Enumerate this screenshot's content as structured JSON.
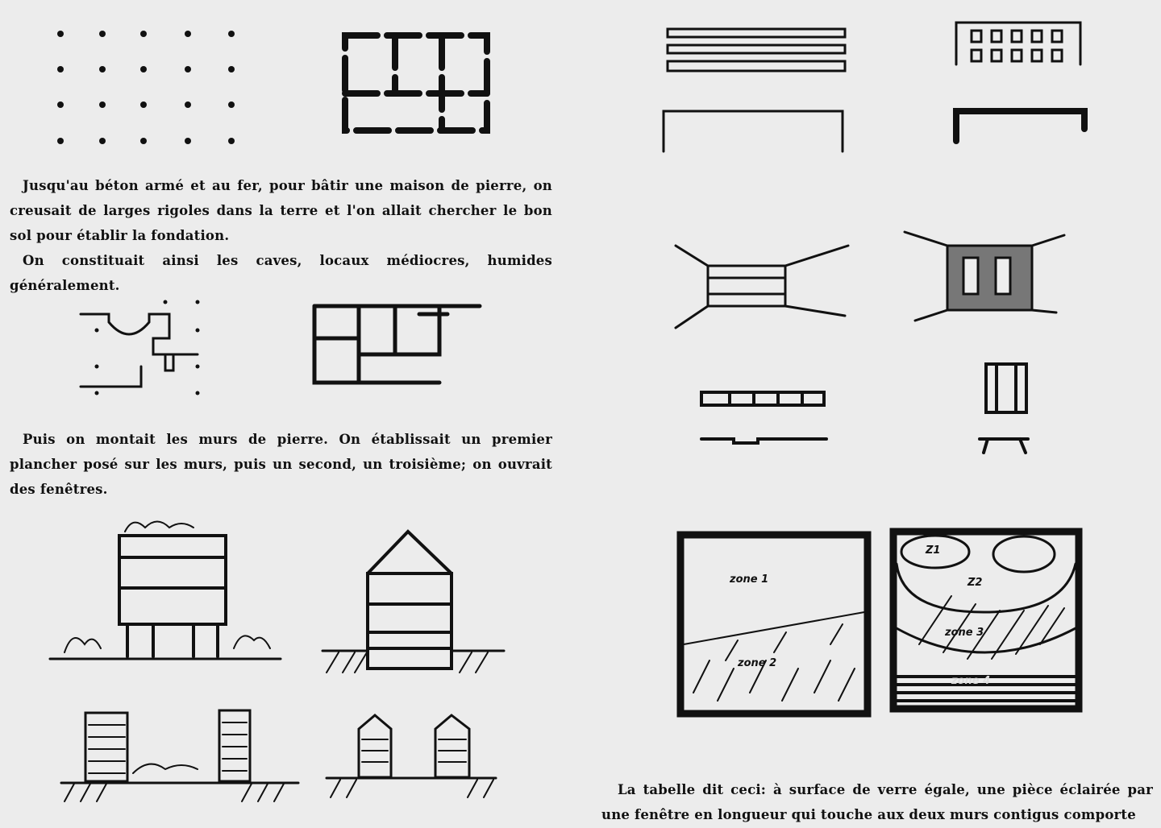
{
  "left_column": {
    "paragraph_1": "Jusqu'au béton armé et au fer, pour bâtir une maison de pierre, on creusait de larges rigoles dans la terre et l'on allait chercher le bon sol pour établir la fondation.",
    "paragraph_2": "On constituait ainsi les caves, locaux médiocres, humides généralement.",
    "paragraph_3": "Puis on montait les murs de pierre. On établissait un premier plancher posé sur les murs, puis un second, un troisième; on ouvrait des fenêtres."
  },
  "right_column": {
    "sketch_labels": {
      "zone_1": "zone 1",
      "zone_2": "zone 2",
      "z1": "Z1",
      "z2": "Z2",
      "zone_3": "zone 3",
      "zone_4": "zone 4"
    },
    "paragraph_4": "La tabelle dit ceci: à surface de verre égale, une pièce éclairée par une fenêtre en longueur qui touche aux deux murs contigus comporte"
  }
}
